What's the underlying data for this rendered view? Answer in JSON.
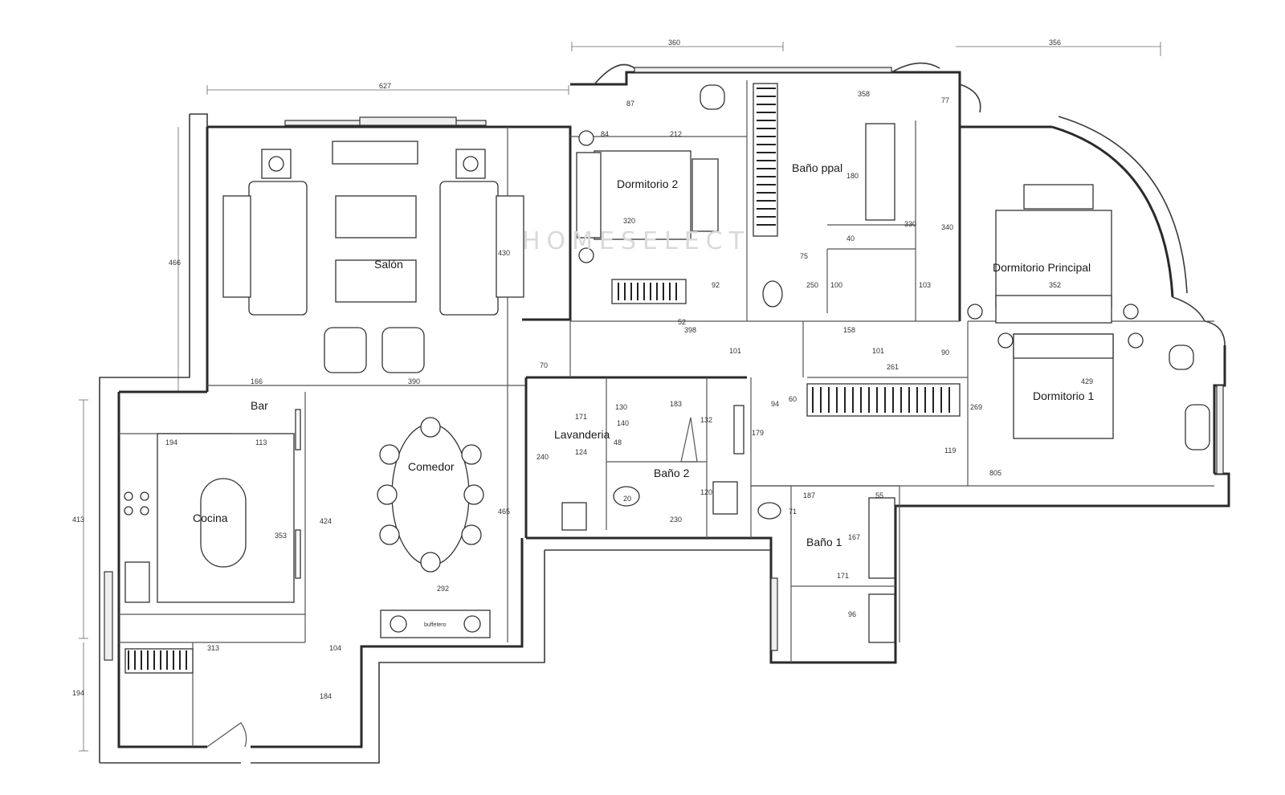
{
  "rooms": {
    "salon": "Salón",
    "dormitorio2": "Dormitorio 2",
    "bano_ppal": "Baño ppal",
    "dormitorio_principal": "Dormitorio Principal",
    "dormitorio1": "Dormitorio 1",
    "bar": "Bar",
    "cocina": "Cocina",
    "comedor": "Comedor",
    "lavanderia": "Lavanderia",
    "bano2": "Baño 2",
    "bano1": "Baño 1"
  },
  "furniture_labels": {
    "bufetero": "buffetero"
  },
  "watermark": "HOMESELECT",
  "dimensions": {
    "top_360": "360",
    "top_356": "356",
    "top_627": "627",
    "left_466": "466",
    "left_413": "413",
    "left_194": "194",
    "d_87": "87",
    "d_77": "77",
    "d_84": "84",
    "d_212": "212",
    "d_358": "358",
    "d_320": "320",
    "d_180": "180",
    "d_330": "330",
    "d_340": "340",
    "d_430": "430",
    "d_40": "40",
    "d_75": "75",
    "d_92": "92",
    "d_250": "250",
    "d_100": "100",
    "d_103": "103",
    "d_352": "352",
    "d_52": "52",
    "d_398": "398",
    "d_158": "158",
    "d_101a": "101",
    "d_101b": "101",
    "d_90": "90",
    "d_261": "261",
    "d_70": "70",
    "d_166": "166",
    "d_390": "390",
    "d_429": "429",
    "d_94": "94",
    "d_60": "60",
    "d_269": "269",
    "d_171a": "171",
    "d_130": "130",
    "d_183": "183",
    "d_132": "132",
    "d_140": "140",
    "d_48": "48",
    "d_124": "124",
    "d_179": "179",
    "d_119": "119",
    "d_194": "194",
    "d_113": "113",
    "d_240": "240",
    "d_465": "465",
    "d_353": "353",
    "d_424": "424",
    "d_805": "805",
    "d_187": "187",
    "d_55": "55",
    "d_20": "20",
    "d_120": "120",
    "d_230": "230",
    "d_71": "71",
    "d_167": "167",
    "d_171b": "171",
    "d_96": "96",
    "d_292": "292",
    "d_313": "313",
    "d_104": "104",
    "d_184": "184"
  }
}
